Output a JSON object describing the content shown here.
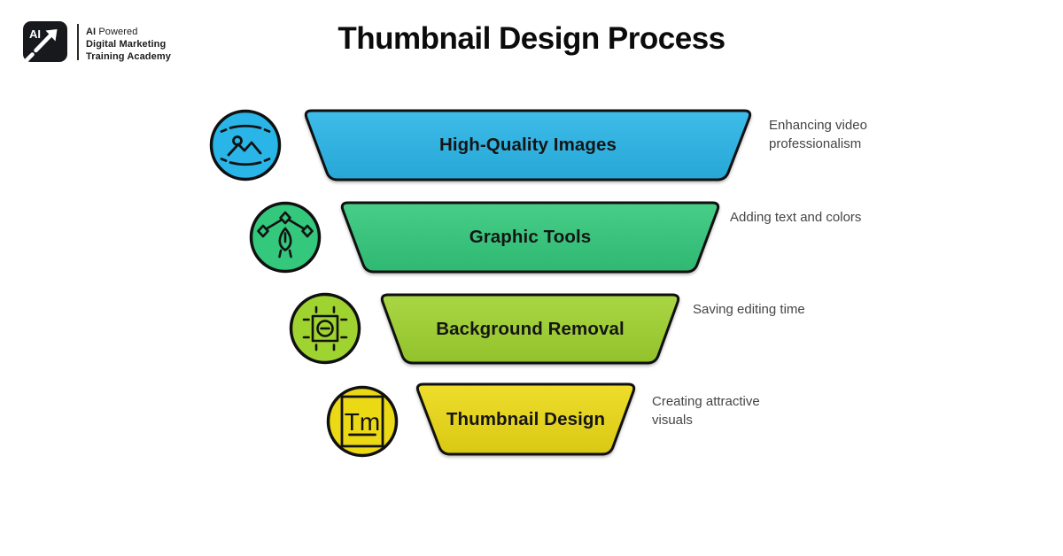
{
  "page": {
    "title": "Thumbnail Design Process",
    "background": "#ffffff"
  },
  "logo": {
    "badge_text": "AI",
    "badge_color": "#17191d",
    "line1_bold": "AI",
    "line1_rest": " Powered",
    "line2": "Digital Marketing",
    "line3": "Training Academy"
  },
  "funnel": {
    "border_color": "#101010",
    "levels": [
      {
        "label": "High-Quality Images",
        "note": "Enhancing video\nprofessionalism",
        "color": "#29b5e8",
        "icon": "image-icon"
      },
      {
        "label": "Graphic Tools",
        "note": "Adding text and colors",
        "color": "#33c87c",
        "icon": "pen-tool-icon"
      },
      {
        "label": "Background Removal",
        "note": "Saving editing time",
        "color": "#9fd32f",
        "icon": "background-removal-icon"
      },
      {
        "label": "Thumbnail Design",
        "note": "Creating attractive\nvisuals",
        "color": "#ecd915",
        "icon": "text-style-icon"
      }
    ]
  }
}
